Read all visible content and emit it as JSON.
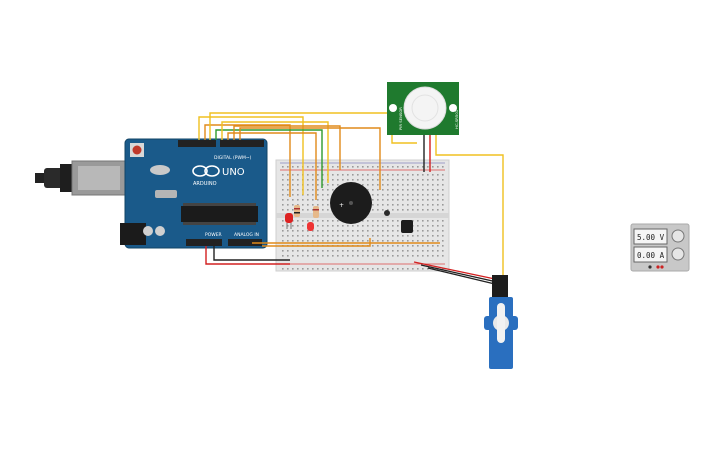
{
  "arduino": {
    "brand": "ARDUINO",
    "model": "UNO",
    "digital_label": "DIGITAL (PWM~)",
    "power_label": "POWER",
    "analog_label": "ANALOG IN"
  },
  "pir_sensor": {
    "left_text": "PIR SENSOR",
    "right_text": "HC-SR501"
  },
  "power_supply": {
    "voltage": "5.00 V",
    "current": "0.00 A"
  },
  "colors": {
    "board_blue": "#1a5a8a",
    "breadboard": "#e6e6e6",
    "pcb_green": "#1f7a2e",
    "wire_yellow": "#f0c020",
    "wire_orange": "#e08a1a",
    "wire_green": "#2e9a2e",
    "wire_red": "#d22020",
    "wire_black": "#222222",
    "servo_blue": "#2a6fbf"
  },
  "icons": [
    "usb-connector-icon",
    "power-jack-icon",
    "reset-button-icon",
    "infinity-logo-icon",
    "buzzer-icon",
    "servo-icon",
    "pir-dome-icon"
  ]
}
